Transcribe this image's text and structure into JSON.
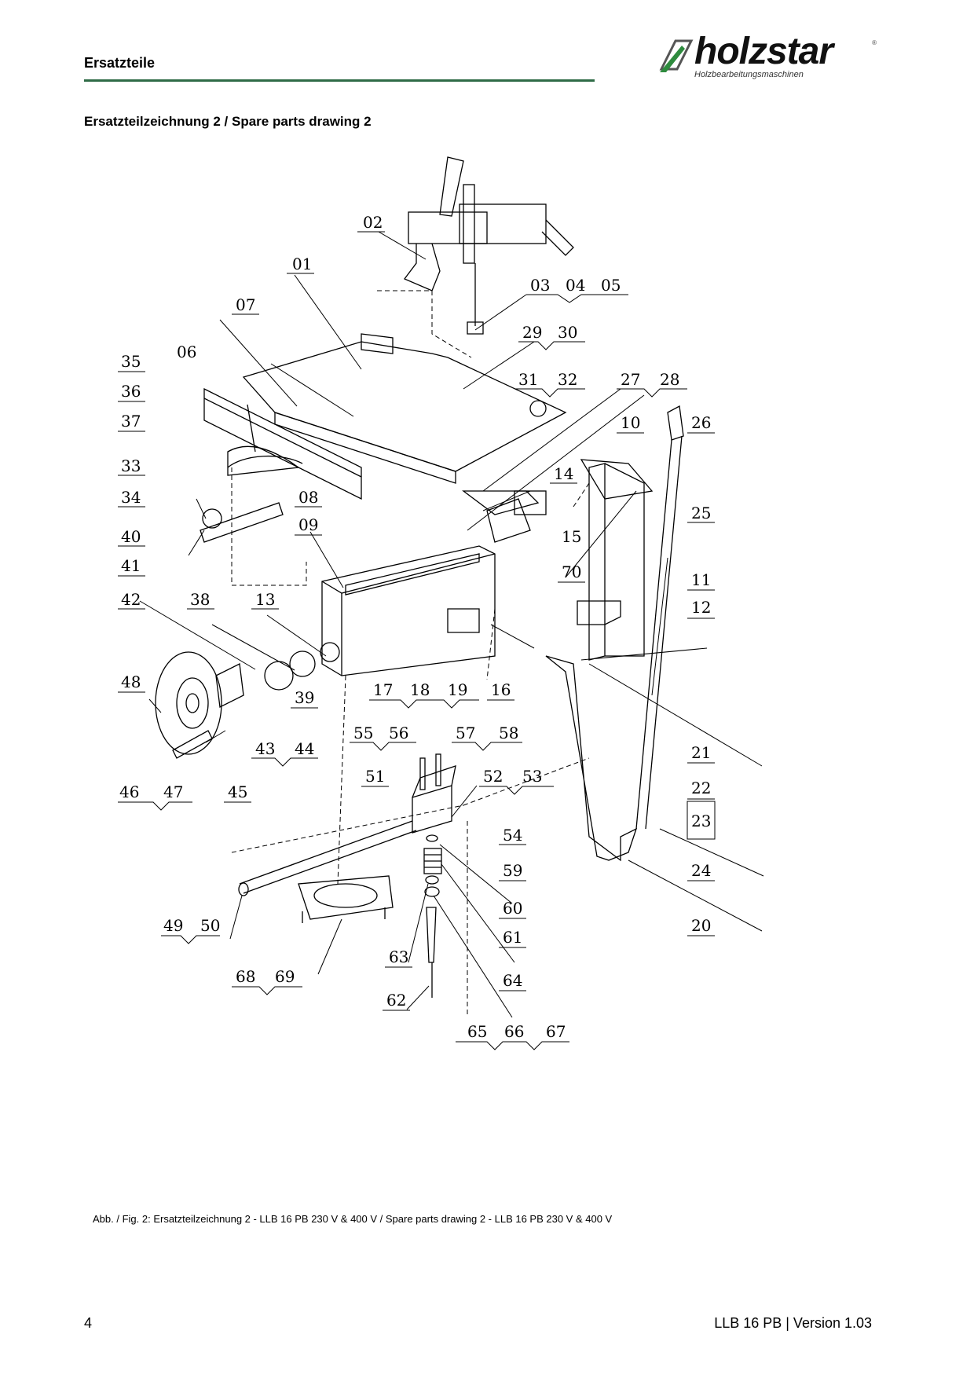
{
  "header": {
    "title": "Ersatzteile",
    "logo_brand": "holzstar",
    "logo_tagline": "Holzbearbeitungsmaschinen",
    "logo_reg": "®"
  },
  "subtitle": "Ersatzteilzeichnung 2 / Spare parts drawing 2",
  "part_numbers": [
    "01",
    "02",
    "03",
    "04",
    "05",
    "06",
    "07",
    "08",
    "09",
    "10",
    "11",
    "12",
    "13",
    "14",
    "15",
    "16",
    "17",
    "18",
    "19",
    "20",
    "21",
    "22",
    "23",
    "24",
    "25",
    "26",
    "27",
    "28",
    "29",
    "30",
    "31",
    "32",
    "33",
    "34",
    "35",
    "36",
    "37",
    "38",
    "39",
    "40",
    "41",
    "42",
    "43",
    "44",
    "45",
    "46",
    "47",
    "48",
    "49",
    "50",
    "51",
    "52",
    "53",
    "54",
    "55",
    "56",
    "57",
    "58",
    "59",
    "60",
    "61",
    "62",
    "63",
    "64",
    "65",
    "66",
    "67",
    "68",
    "69",
    "70"
  ],
  "caption": "Abb. / Fig. 2: Ersatzteilzeichnung 2 - LLB 16 PB 230 V & 400 V / Spare parts drawing 2 - LLB 16 PB 230 V & 400 V",
  "footer": {
    "page_number": "4",
    "version": "LLB 16 PB | Version 1.03"
  }
}
